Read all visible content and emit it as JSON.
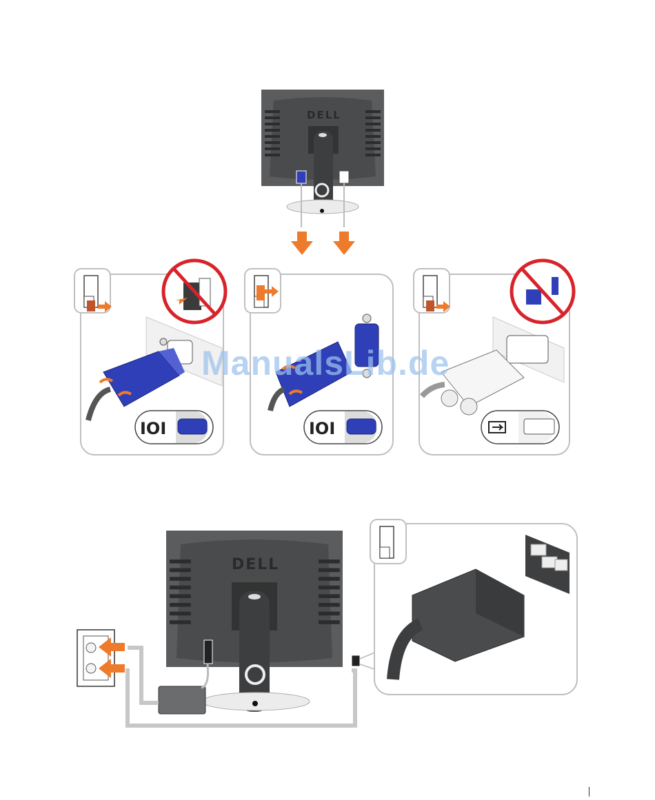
{
  "brand": {
    "logo_text": "DELL"
  },
  "watermark": {
    "text": "ManualsLib.de"
  },
  "colors": {
    "accent_arrow": "#ee7a2b",
    "connector_blue": "#2f3fb8",
    "monitor_body": "#555759",
    "monitor_dark": "#3a3b3d",
    "prohibited_red": "#d8232a",
    "callout_border": "#bfbfbf"
  },
  "panels": [
    {
      "id": "vga-white",
      "symbol_icon": "vga-symbol-icon",
      "prohibited": true
    },
    {
      "id": "vga-blue",
      "symbol_icon": "vga-symbol-icon",
      "prohibited": false
    },
    {
      "id": "dvi-white",
      "symbol_icon": "dvi-symbol-icon",
      "prohibited": true
    }
  ]
}
